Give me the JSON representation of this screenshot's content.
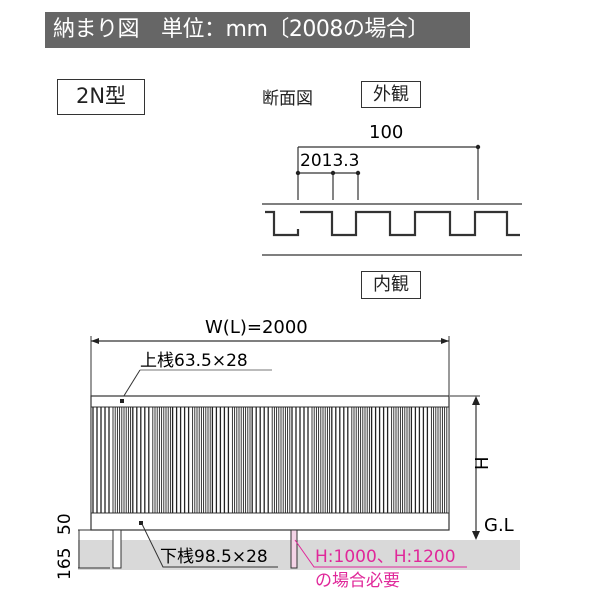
{
  "header": {
    "title": "納まり図",
    "unit": "単位：mm〔2008の場合〕"
  },
  "type_label": "2N型",
  "section": {
    "label": "断面図",
    "outer_view": "外観",
    "inner_view": "内観",
    "pitch_total": "100",
    "pitch_parts": "2013.3"
  },
  "fence": {
    "width_label": "W(L)=2000",
    "top_rail": "上桟63.5×28",
    "bottom_rail": "下桟98.5×28",
    "height_label": "H",
    "ground_label": "G.L",
    "dim_50": "50",
    "dim_165": "165",
    "note_line1": "H:1000、H:1200",
    "note_line2": "の場合必要",
    "note_color": "#e0289a"
  }
}
